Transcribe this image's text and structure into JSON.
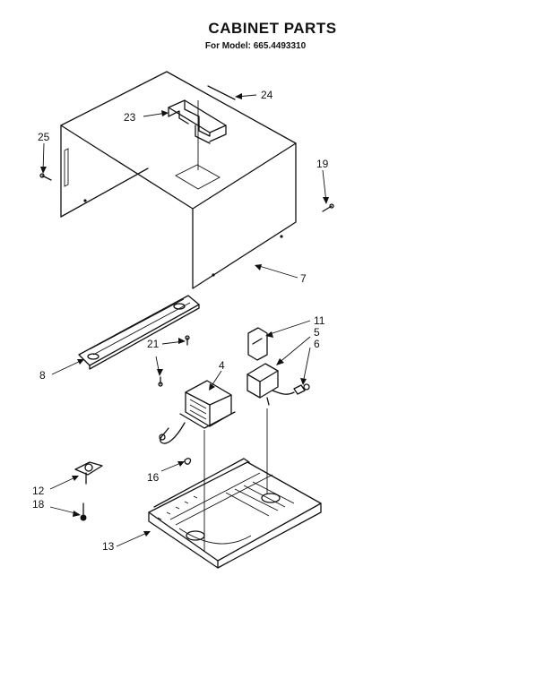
{
  "header": {
    "title": "CABINET PARTS",
    "subtitle": "For Model: 665.4493310"
  },
  "callouts": {
    "c24": "24",
    "c23": "23",
    "c25": "25",
    "c19": "19",
    "c7": "7",
    "c11": "11",
    "c5": "5",
    "c6": "6",
    "c21": "21",
    "c4": "4",
    "c8": "8",
    "c16": "16",
    "c12": "12",
    "c18": "18",
    "c13": "13"
  }
}
